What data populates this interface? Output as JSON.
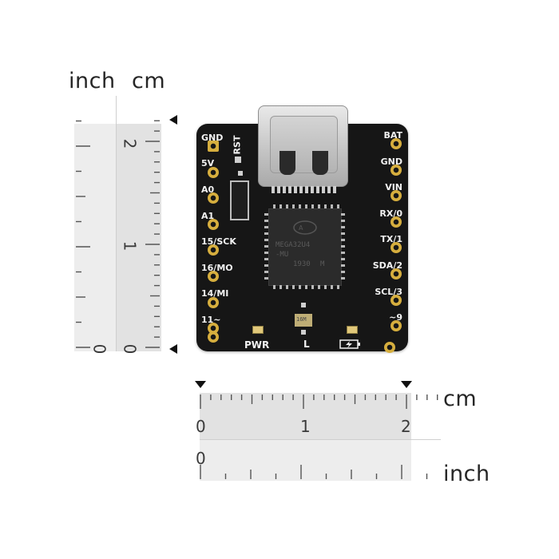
{
  "units": {
    "inch": "inch",
    "cm": "cm"
  },
  "vertical_ruler": {
    "cm_numbers": [
      "2",
      "1",
      "0"
    ],
    "inch_numbers": [
      "0"
    ]
  },
  "horizontal_ruler": {
    "cm_numbers": [
      "0",
      "1",
      "2"
    ],
    "inch_numbers": [
      "0"
    ]
  },
  "board": {
    "left_labels": [
      "GND",
      "5V",
      "A0",
      "A1",
      "15/SCK",
      "16/MO",
      "14/MI",
      "11~"
    ],
    "right_labels": [
      "BAT",
      "GND",
      "VIN",
      "RX/0",
      "TX/1",
      "SDA/2",
      "SCL/3",
      "~9"
    ],
    "top_label": "RST",
    "bottom_labels": [
      "PWR",
      "L"
    ],
    "chip_lines": [
      "MEGA32U4",
      "-MU",
      "1930",
      "M"
    ],
    "crystal_text": "16M"
  },
  "colors": {
    "pcb": "#161616",
    "pad_gold": "#d6ae3e",
    "silk": "#f2f2f2",
    "ruler_gray": "#e3e3e3"
  },
  "icons": {
    "battery": "battery-charge-icon",
    "atmel_logo": "atmel-logo-icon"
  }
}
